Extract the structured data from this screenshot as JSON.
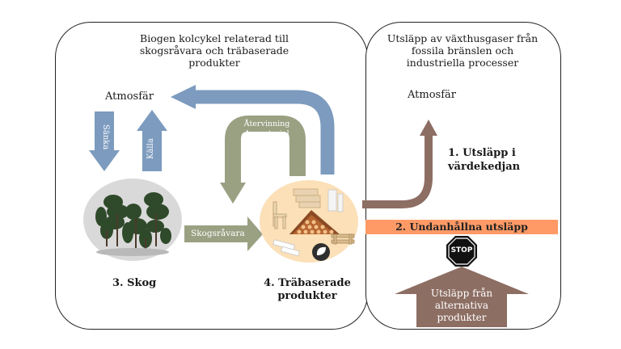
{
  "left_panel": {
    "title": "Biogen kolcykel relaterad till skogsråvara och träbaserade produkter",
    "atmosphere": "Atmosfär",
    "sink": "Sänka",
    "source": "Källa",
    "recycling": "Återvinning Av material",
    "raw_material": "Skogsråvara",
    "forest": "3. Skog",
    "products": "4. Träbaserade produkter"
  },
  "right_panel": {
    "title": "Utsläpp av växthusgaser från fossila bränslen och industriella processer",
    "atmosphere": "Atmosfär",
    "value_chain": "1. Utsläpp i värdekedjan",
    "avoided": "2. Undanhållna utsläpp",
    "stop_sign": "STOP",
    "alternative": "Utsläpp från alternativa produkter"
  },
  "colors": {
    "blue_arrow": "#7c9bbe",
    "green_arrow": "#9aa183",
    "brown_arrow": "#8d6e63",
    "orange_band": "#ff9a66",
    "forest_circle": "#d9d9d9",
    "product_circle": "#fbe0b8"
  },
  "icons": [
    "tree-icon",
    "stop-sign-icon",
    "lumber-pile-icon",
    "chair-icon",
    "recycle-leaf-icon"
  ]
}
